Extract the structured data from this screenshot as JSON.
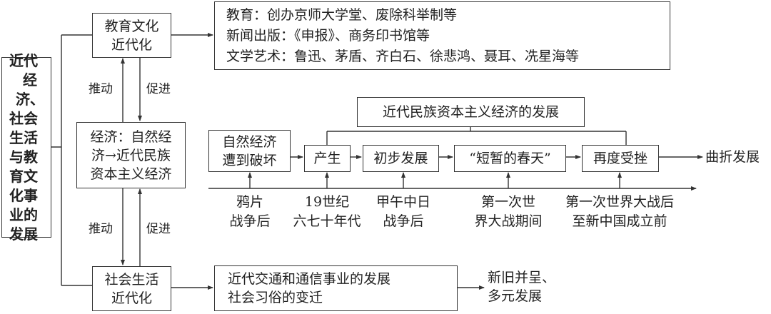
{
  "main_box": {
    "lines": [
      "近代",
      "经济、",
      "社会",
      "生活",
      "与教",
      "育文",
      "化事",
      "业的",
      "发展"
    ]
  },
  "education_box": {
    "lines": [
      "教育文化",
      "近代化"
    ]
  },
  "education_detail": {
    "lines": [
      "教育：创办京师大学堂、废除科举制等",
      "新闻出版：《申报》、商务印书馆等",
      "文学艺术：鲁迅、茅盾、齐白石、徐悲鸿、聂耳、冼星海等"
    ]
  },
  "economy_box": {
    "lines": [
      "经济：自然经",
      "济→近代民族",
      "资本主义经济"
    ]
  },
  "society_box": {
    "lines": [
      "社会生活",
      "近代化"
    ]
  },
  "society_detail": {
    "lines": [
      "近代交通和通信事业的发展",
      "社会习俗的变迁"
    ]
  },
  "society_result": {
    "lines": [
      "新旧并呈、",
      "多元发展"
    ]
  },
  "relations": {
    "upper_push": "推动",
    "upper_promote": "促进",
    "lower_push": "推动",
    "lower_promote": "促进"
  },
  "timeline": {
    "title": "近代民族资本主义经济的发展",
    "stages": [
      {
        "lines": [
          "自然经济",
          "遭到破坏"
        ]
      },
      {
        "lines": [
          "产生"
        ]
      },
      {
        "lines": [
          "初步发展"
        ]
      },
      {
        "lines": [
          "“短暂的春天”"
        ]
      },
      {
        "lines": [
          "再度受挫"
        ]
      }
    ],
    "result": "曲折发展",
    "periods": [
      {
        "lines": [
          "鸦片",
          "战争后"
        ]
      },
      {
        "lines": [
          "19世纪",
          "六七十年代"
        ]
      },
      {
        "lines": [
          "甲午中日",
          "战争后"
        ]
      },
      {
        "lines": [
          "第一次世",
          "界大战期间"
        ]
      },
      {
        "lines": [
          "第一次世界大战后",
          "至新中国成立前"
        ]
      }
    ]
  }
}
